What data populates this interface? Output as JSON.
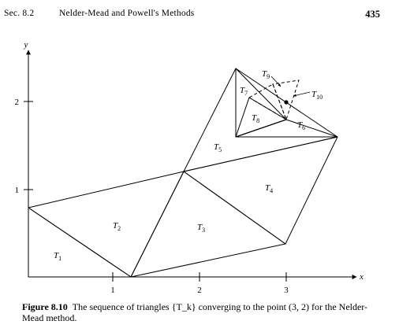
{
  "header": {
    "section": "Sec. 8.2",
    "title": "Nelder-Mead and Powell's Methods",
    "page_number": "435"
  },
  "figure": {
    "axes": {
      "x_label": "x",
      "y_label": "y",
      "x_ticks": [
        "1",
        "2",
        "3"
      ],
      "y_ticks": [
        "1",
        "2"
      ]
    },
    "triangle_labels": [
      {
        "name": "T",
        "sub": "1"
      },
      {
        "name": "T",
        "sub": "2"
      },
      {
        "name": "T",
        "sub": "3"
      },
      {
        "name": "T",
        "sub": "4"
      },
      {
        "name": "T",
        "sub": "5"
      },
      {
        "name": "T",
        "sub": "6"
      },
      {
        "name": "T",
        "sub": "7"
      },
      {
        "name": "T",
        "sub": "8"
      },
      {
        "name": "T",
        "sub": "9"
      },
      {
        "name": "T",
        "sub": "10"
      }
    ],
    "limit_point": [
      3,
      2
    ]
  },
  "caption": {
    "label": "Figure 8.10",
    "text": "The sequence of triangles {T_k} converging to the point (3, 2) for the Nelder-Mead method."
  }
}
